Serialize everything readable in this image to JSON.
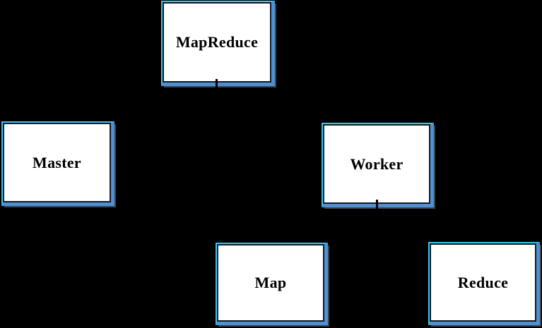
{
  "diagram": {
    "nodes": [
      {
        "id": "mapreduce",
        "label": "MapReduce"
      },
      {
        "id": "master",
        "label": "Master"
      },
      {
        "id": "worker",
        "label": "Worker"
      },
      {
        "id": "map",
        "label": "Map"
      },
      {
        "id": "reduce",
        "label": "Reduce"
      }
    ],
    "connector_stubs": [
      {
        "from": "mapreduce",
        "side": "bottom"
      },
      {
        "from": "worker",
        "side": "bottom"
      }
    ]
  },
  "colors": {
    "background": "#000000",
    "node_fill": "#ffffff",
    "border_highlight_cyan": "#35c8f3",
    "border_shade_blue": "#4f90d2",
    "border_inner_dark": "#101826",
    "label_text": "#000000"
  }
}
